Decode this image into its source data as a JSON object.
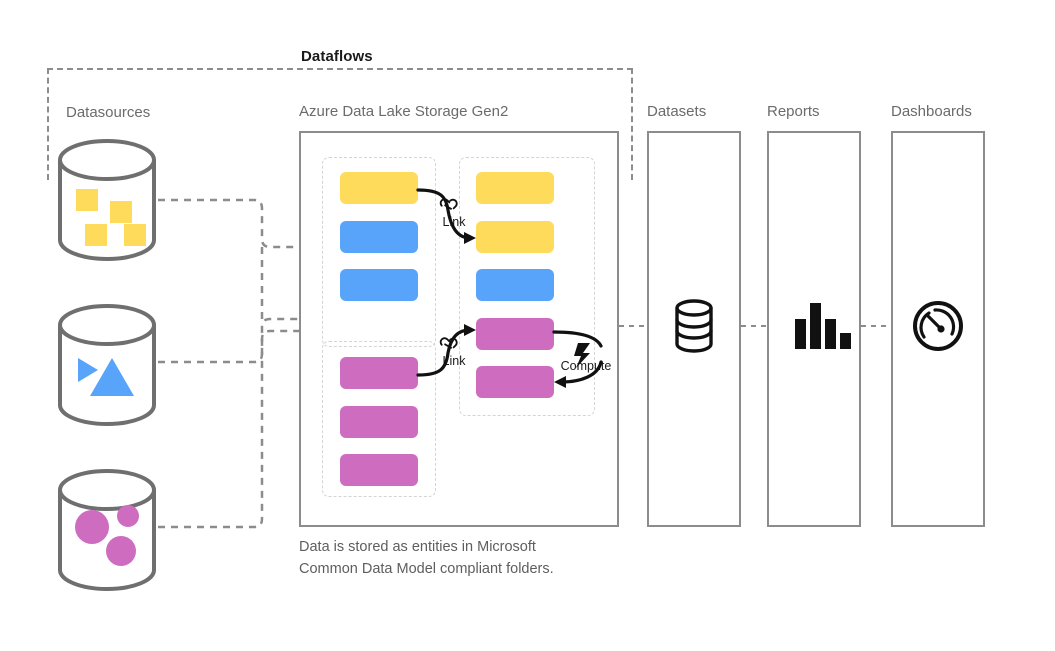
{
  "diagram": {
    "title": "Dataflows",
    "caption": "Data is stored as entities in Microsoft\nCommon Data Model compliant folders.",
    "columns": {
      "datasources": "Datasources",
      "storage": "Azure Data Lake Storage Gen2",
      "datasets": "Datasets",
      "reports": "Reports",
      "dashboards": "Dashboards"
    },
    "connector_labels": {
      "link_1": "Link",
      "link_2": "Link",
      "compute": "Compute"
    },
    "icons": {
      "link": "link-chain-icon",
      "compute": "lightning-bolt-icon",
      "datasets": "database-cylinder-icon",
      "reports": "bar-chart-icon",
      "dashboards": "gauge-speedometer-icon"
    },
    "colors": {
      "yellow": "#ffdb5c",
      "blue": "#57a4fa",
      "pink": "#ce6cc0",
      "outline": "#8c8c8c",
      "dashed_inner": "#d4d4d4",
      "label_text": "#6b6b6b",
      "icon_black": "#111111"
    },
    "datasources": [
      {
        "name": "datasource-squares",
        "shape": "squares",
        "color": "#ffdb5c",
        "count": 4
      },
      {
        "name": "datasource-triangles",
        "shape": "triangles",
        "color": "#57a4fa",
        "count": 2
      },
      {
        "name": "datasource-circles",
        "shape": "circles",
        "color": "#ce6cc0",
        "count": 3
      }
    ],
    "folders": [
      {
        "name": "folder-top-left",
        "entities": [
          {
            "color": "yellow"
          },
          {
            "color": "blue"
          },
          {
            "color": "blue"
          }
        ]
      },
      {
        "name": "folder-bottom-left",
        "entities": [
          {
            "color": "pink"
          },
          {
            "color": "pink"
          },
          {
            "color": "pink"
          }
        ]
      },
      {
        "name": "folder-right",
        "entities": [
          {
            "color": "yellow"
          },
          {
            "color": "yellow"
          },
          {
            "color": "blue"
          },
          {
            "color": "pink"
          },
          {
            "color": "pink"
          }
        ]
      }
    ],
    "output_boxes": [
      {
        "name": "datasets-box",
        "icon": "database-cylinder-icon"
      },
      {
        "name": "reports-box",
        "icon": "bar-chart-icon"
      },
      {
        "name": "dashboards-box",
        "icon": "gauge-speedometer-icon"
      }
    ]
  }
}
